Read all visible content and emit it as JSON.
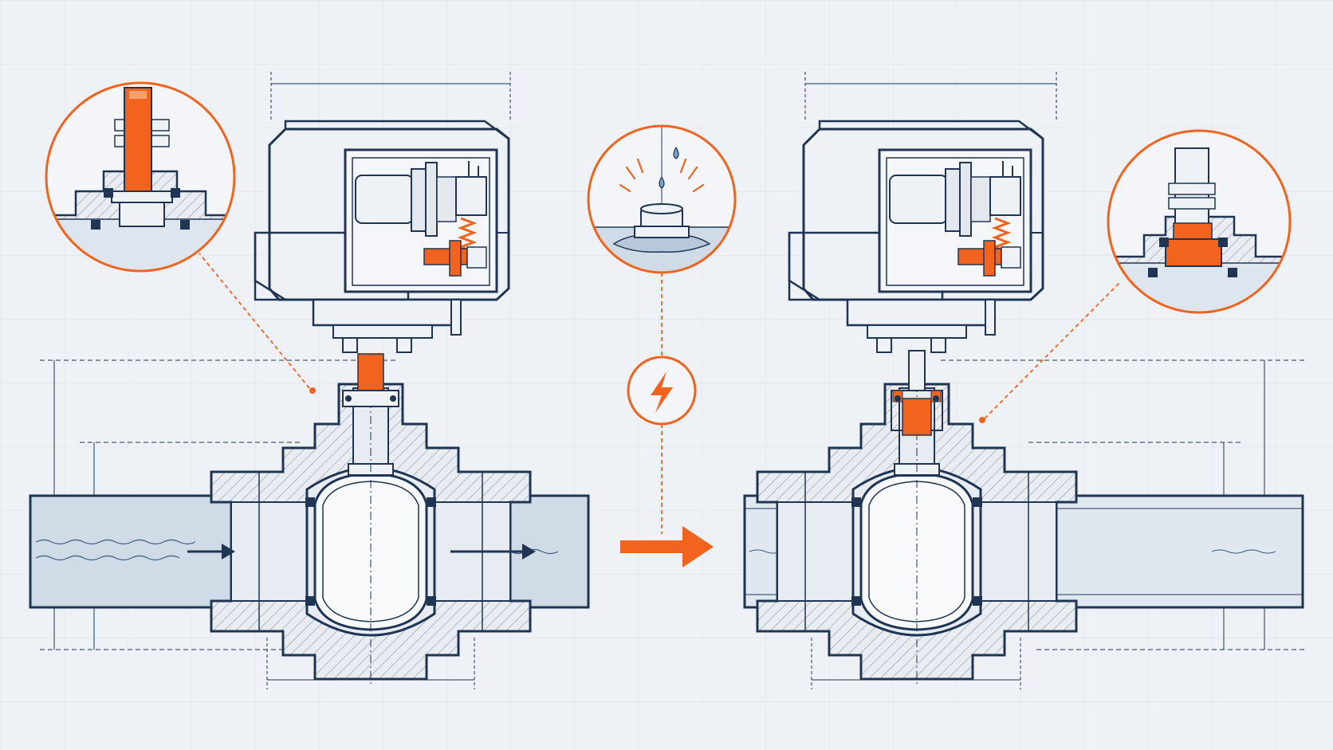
{
  "colors": {
    "background": "#eef1f5",
    "grid": "#dde3eb",
    "ink": "#1f3553",
    "accent": "#f2641e",
    "water": "#cfdbe7",
    "body_fill": "#e9edf2",
    "hatch": "#8f9db0"
  },
  "diagram": {
    "panels": [
      {
        "id": "before",
        "stem_state": "open-flow",
        "detail_inset": "packing-gland-stem",
        "flow": "water-with-arrows"
      },
      {
        "id": "after",
        "stem_state": "sealed",
        "detail_inset": "packing-gland-seal",
        "flow": "empty-pipe"
      }
    ],
    "center_event": {
      "top_icon": "water-leak-icon",
      "middle_icon": "lightning-bolt-icon",
      "transition": "right-arrow-icon"
    }
  }
}
